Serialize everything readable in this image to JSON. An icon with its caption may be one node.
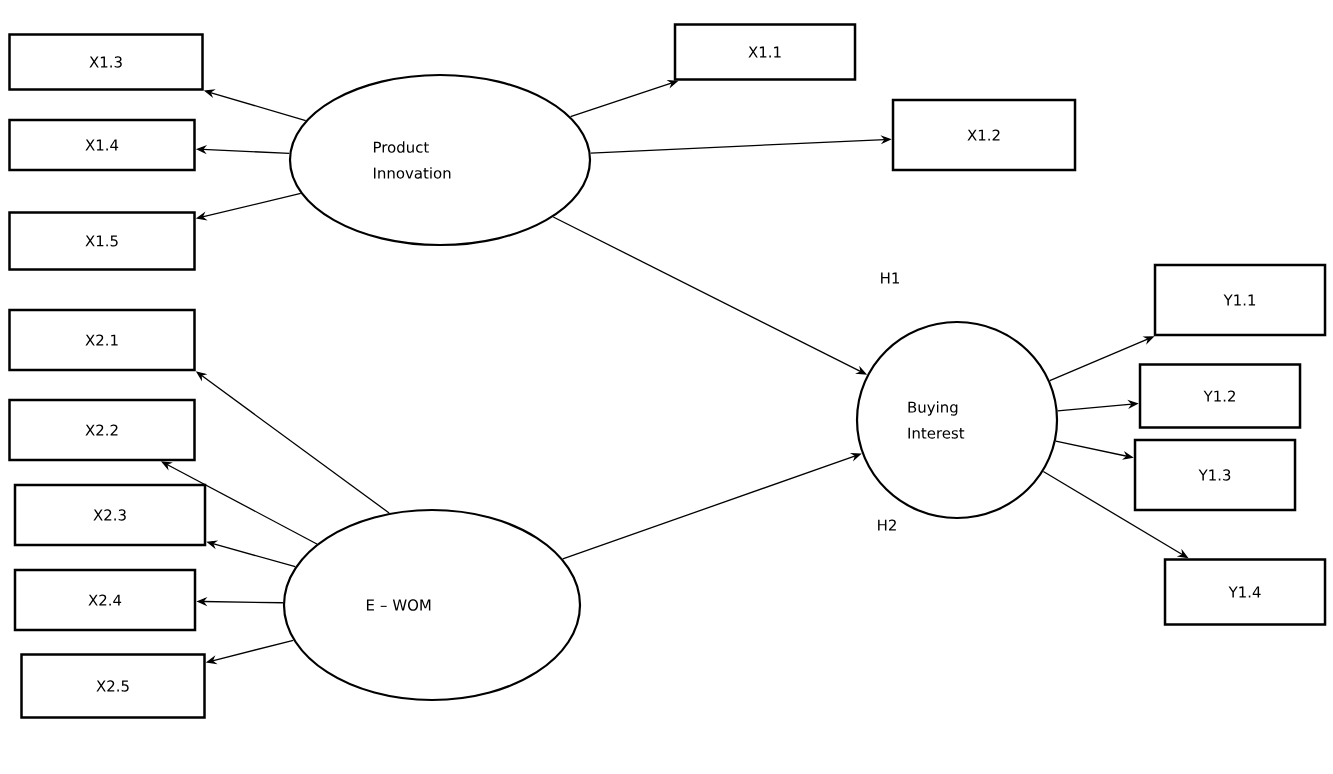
{
  "diagram": {
    "nodes": [
      {
        "text": [
          "Product Innovation"
        ]
      },
      {
        "text": [
          "X1.1"
        ]
      },
      {
        "text": [
          "X1.2"
        ]
      },
      {
        "text": [
          "X1.3"
        ]
      },
      {
        "text": [
          "X1.4"
        ]
      },
      {
        "text": [
          "X1.5"
        ]
      },
      {
        "text": [
          "E – WOM"
        ]
      },
      {
        "text": [
          "X2.1"
        ]
      },
      {
        "text": [
          "X2.2"
        ]
      },
      {
        "text": [
          "X2.3"
        ]
      },
      {
        "text": [
          "X2.4"
        ]
      },
      {
        "text": [
          "X2.5"
        ]
      },
      {
        "text": [
          "Buying Interest"
        ]
      },
      {
        "text": [
          "Y1.1"
        ]
      },
      {
        "text": [
          "Y1.2"
        ]
      },
      {
        "text": [
          "Y1.3"
        ]
      },
      {
        "text": [
          "Y1.4"
        ]
      }
    ],
    "edges": [
      {
        "from": 0,
        "to": 1,
        "arrow": "to"
      },
      {
        "from": 0,
        "to": 2,
        "arrow": "to"
      },
      {
        "from": 0,
        "to": 3,
        "arrow": "to"
      },
      {
        "from": 0,
        "to": 4,
        "arrow": "to"
      },
      {
        "from": 0,
        "to": 5,
        "arrow": "to"
      },
      {
        "from": 6,
        "to": 7,
        "arrow": "to"
      },
      {
        "from": 6,
        "to": 8,
        "arrow": "to"
      },
      {
        "from": 6,
        "to": 9,
        "arrow": "to"
      },
      {
        "from": 6,
        "to": 10,
        "arrow": "to"
      },
      {
        "from": 6,
        "to": 11,
        "arrow": "to"
      },
      {
        "from": 0,
        "to": 12,
        "arrow": "to"
      },
      {
        "from": 6,
        "to": 12,
        "arrow": "to"
      },
      {
        "from": 12,
        "to": 13,
        "arrow": "to"
      },
      {
        "from": 12,
        "to": 14,
        "arrow": "to"
      },
      {
        "from": 12,
        "to": 15,
        "arrow": "to"
      },
      {
        "from": 12,
        "to": 16,
        "arrow": "to"
      }
    ],
    "labels": [
      "H1",
      "H2"
    ]
  }
}
